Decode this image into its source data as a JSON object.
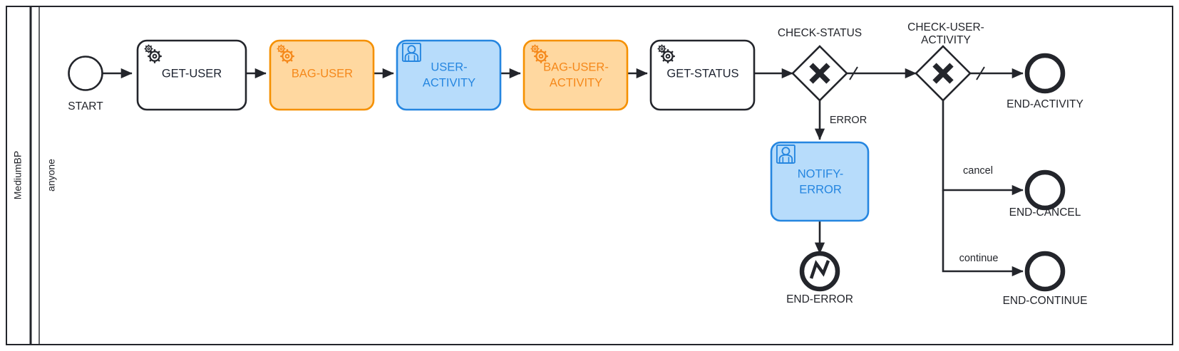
{
  "pool": {
    "name": "MediumBP",
    "lane": "anyone"
  },
  "nodes": {
    "start": {
      "label": "START",
      "type": "start-event"
    },
    "get_user": {
      "label": "GET-USER",
      "type": "service-task",
      "icon": "gear-icon",
      "style": "default"
    },
    "bag_user": {
      "label": "BAG-USER",
      "type": "service-task",
      "icon": "gear-icon",
      "style": "orange"
    },
    "user_activity_l1": {
      "label": "USER-",
      "label2": "ACTIVITY",
      "type": "user-task",
      "icon": "user-icon",
      "style": "blue"
    },
    "bag_user_activity_l1": {
      "label": "BAG-USER-",
      "label2": "ACTIVITY",
      "type": "service-task",
      "icon": "gear-icon",
      "style": "orange"
    },
    "get_status": {
      "label": "GET-STATUS",
      "type": "service-task",
      "icon": "gear-icon",
      "style": "default"
    },
    "check_status": {
      "label": "CHECK-STATUS",
      "type": "exclusive-gateway",
      "marker": "X"
    },
    "check_user_activity_l1": {
      "label": "CHECK-USER-",
      "label2": "ACTIVITY",
      "type": "exclusive-gateway",
      "marker": "X"
    },
    "notify_error_l1": {
      "label": "NOTIFY-",
      "label2": "ERROR",
      "type": "user-task",
      "icon": "user-icon",
      "style": "blue"
    },
    "end_activity": {
      "label": "END-ACTIVITY",
      "type": "end-event"
    },
    "end_error": {
      "label": "END-ERROR",
      "type": "error-end-event"
    },
    "end_cancel": {
      "label": "END-CANCEL",
      "type": "end-event"
    },
    "end_continue": {
      "label": "END-CONTINUE",
      "type": "end-event"
    }
  },
  "flows": {
    "error": "ERROR",
    "cancel": "cancel",
    "continue": "continue"
  },
  "colors": {
    "stroke": "#23252b",
    "orange_fill": "#ffd8a0",
    "orange_stroke": "#f59000",
    "orange_text": "#f5881a",
    "blue_fill": "#b7dcfb",
    "blue_stroke": "#2586e0",
    "blue_text": "#2586e0",
    "white": "#ffffff"
  }
}
